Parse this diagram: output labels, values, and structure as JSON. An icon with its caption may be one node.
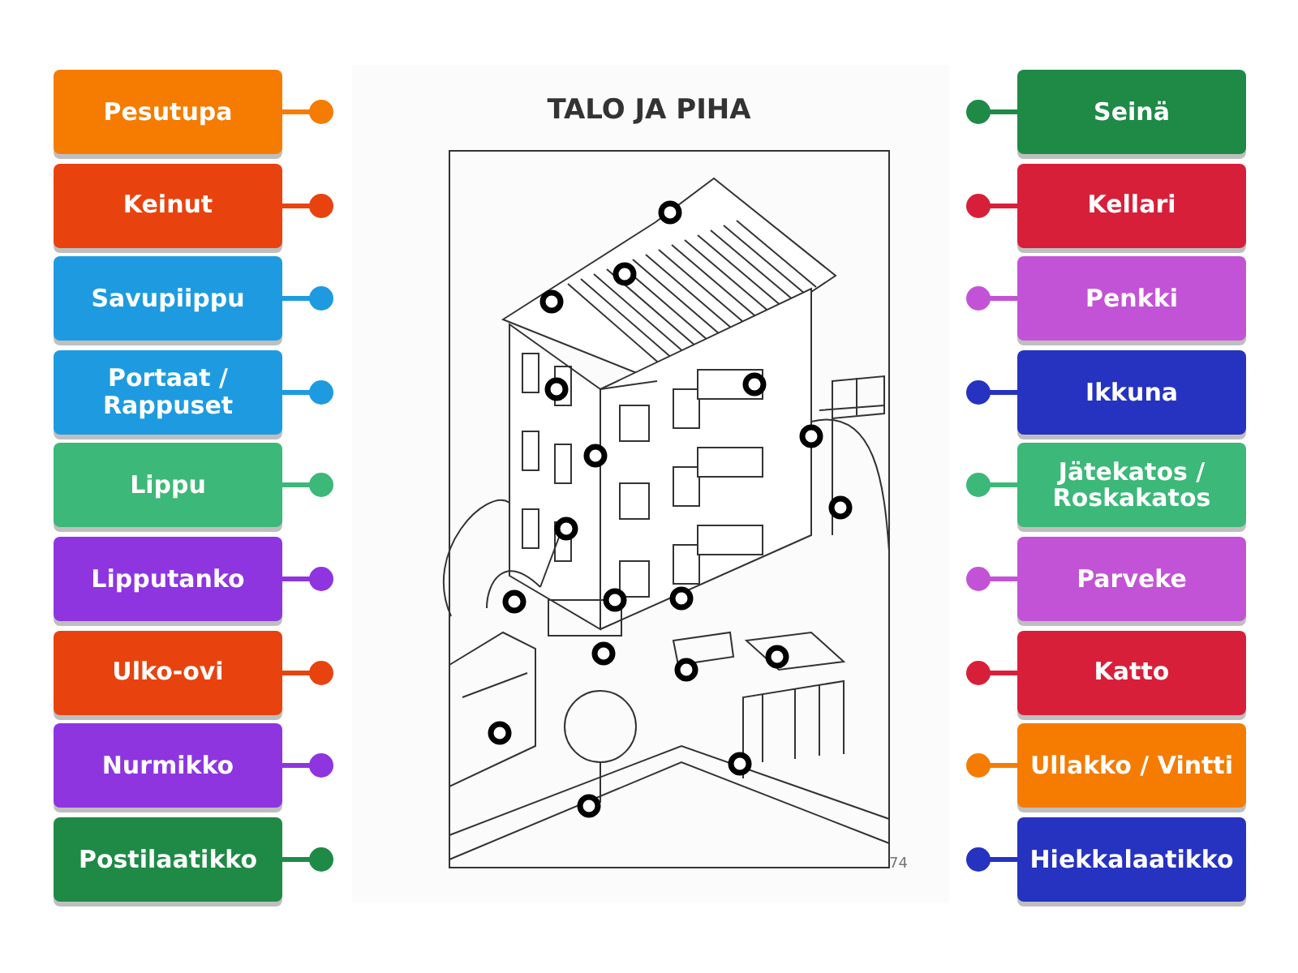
{
  "diagram": {
    "title": "TALO JA PIHA",
    "nodes": [
      {
        "text": [
          "Pesutupa"
        ]
      },
      {
        "text": [
          "Keinut"
        ]
      },
      {
        "text": [
          "Savupiippu"
        ]
      },
      {
        "text": [
          "Portaat / Rappuset"
        ]
      },
      {
        "text": [
          "Lippu"
        ]
      },
      {
        "text": [
          "Lipputanko"
        ]
      },
      {
        "text": [
          "Ulko-ovi"
        ]
      },
      {
        "text": [
          "Nurmikko"
        ]
      },
      {
        "text": [
          "Postilaatikko"
        ]
      },
      {
        "text": [
          "Seinä"
        ]
      },
      {
        "text": [
          "Kellari"
        ]
      },
      {
        "text": [
          "Penkki"
        ]
      },
      {
        "text": [
          "Ikkuna"
        ]
      },
      {
        "text": [
          "Jätekatos / Roskakatos"
        ]
      },
      {
        "text": [
          "Parveke"
        ]
      },
      {
        "text": [
          "Katto"
        ]
      },
      {
        "text": [
          "Ullakko / Vintti"
        ]
      },
      {
        "text": [
          "Hiekkalaatikko"
        ]
      }
    ],
    "labels": [
      "74"
    ]
  }
}
